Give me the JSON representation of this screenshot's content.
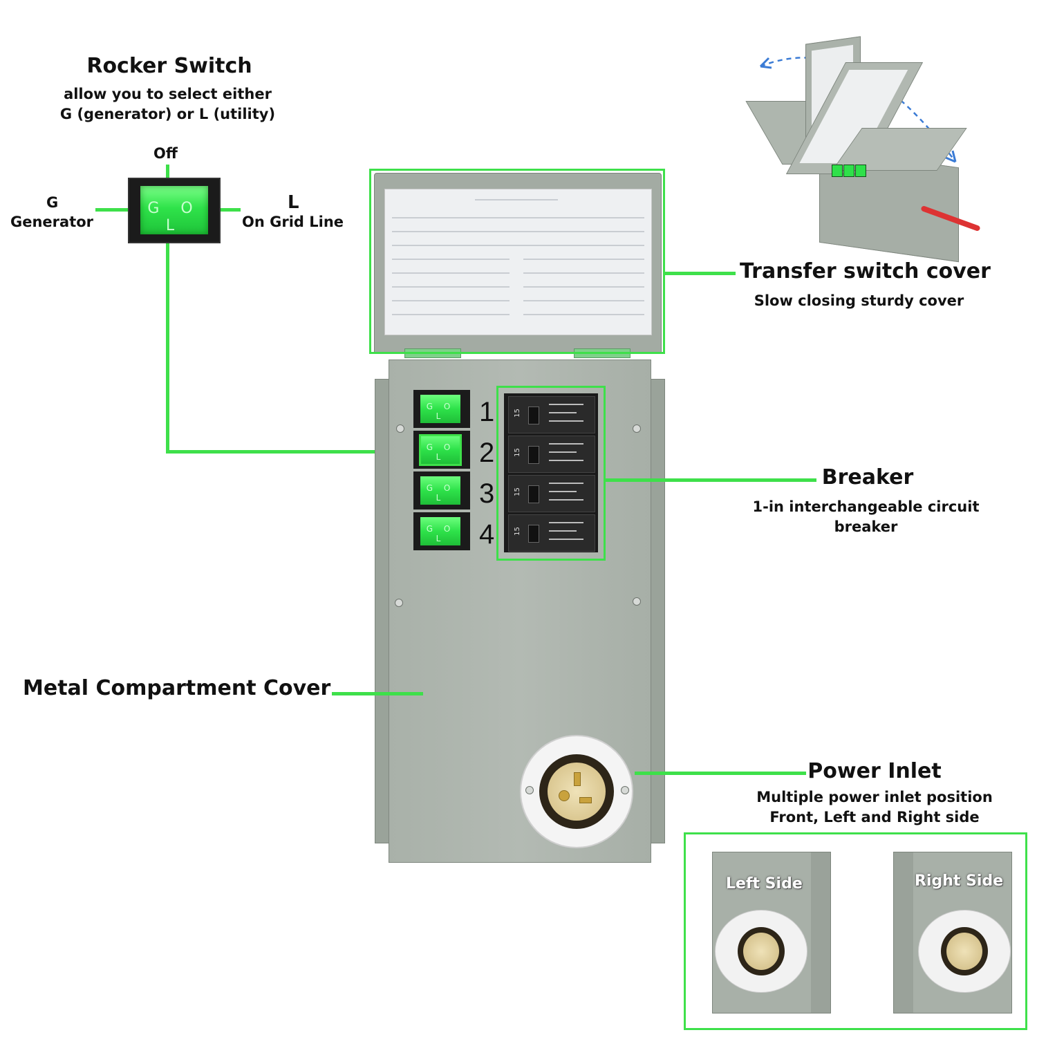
{
  "rocker_callout": {
    "title": "Rocker Switch",
    "desc_line1": "allow you to select either",
    "desc_line2": "G (generator) or L (utility)",
    "off_label": "Off",
    "g_letter": "G",
    "g_label": "Generator",
    "l_letter": "L",
    "l_label": "On Grid Line",
    "switch_text": "G O L"
  },
  "cover_callout": {
    "title": "Transfer switch cover",
    "desc": "Slow closing sturdy cover"
  },
  "breaker_callout": {
    "title": "Breaker",
    "desc_line1": "1-in interchangeable circuit",
    "desc_line2": "breaker"
  },
  "compartment_callout": {
    "title": "Metal Compartment Cover"
  },
  "inlet_callout": {
    "title": "Power Inlet",
    "desc_line1": "Multiple power inlet position",
    "desc_line2": "Front, Left and Right side"
  },
  "side_views": {
    "left_label": "Left Side",
    "right_label": "Right Side"
  },
  "switch_rows": [
    {
      "number": "1",
      "switch_text": "G O L"
    },
    {
      "number": "2",
      "switch_text": "G O L"
    },
    {
      "number": "3",
      "switch_text": "G O L"
    },
    {
      "number": "4",
      "switch_text": "G O L"
    }
  ],
  "breaker_rating": "15",
  "colors": {
    "accent_green": "#3ee04a",
    "enclosure_gray": "#a9b1a9"
  }
}
